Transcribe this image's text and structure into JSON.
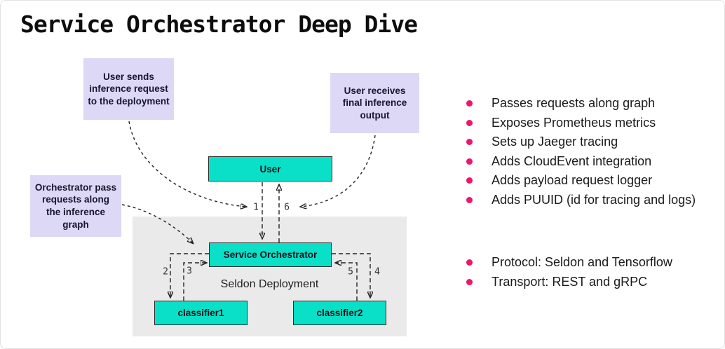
{
  "title": "Service Orchestrator Deep Dive",
  "colors": {
    "node_teal": "#0ADFC8",
    "note_lavender": "#DDD8F6",
    "deployment_gray": "#EAEAEA",
    "bullet_pink": "#F3136F"
  },
  "diagram": {
    "notes": [
      {
        "text": "User sends inference request to the deployment"
      },
      {
        "text": "User receives final inference output"
      },
      {
        "text": "Orchestrator pass requests along the inference graph"
      }
    ],
    "nodes": {
      "user": "User",
      "orchestrator": "Service Orchestrator",
      "classifier1": "classifier1",
      "classifier2": "classifier2"
    },
    "deployment_label": "Seldon Deployment",
    "arrow_labels": {
      "a1": "1",
      "a2": "2",
      "a3": "3",
      "a4": "4",
      "a5": "5",
      "a6": "6"
    }
  },
  "features": [
    "Passes requests along graph",
    "Exposes Prometheus metrics",
    "Sets up Jaeger tracing",
    "Adds CloudEvent integration",
    "Adds payload request logger",
    "Adds PUUID (id for tracing and logs)"
  ],
  "specs": [
    "Protocol: Seldon and Tensorflow",
    "Transport: REST and gRPC"
  ]
}
